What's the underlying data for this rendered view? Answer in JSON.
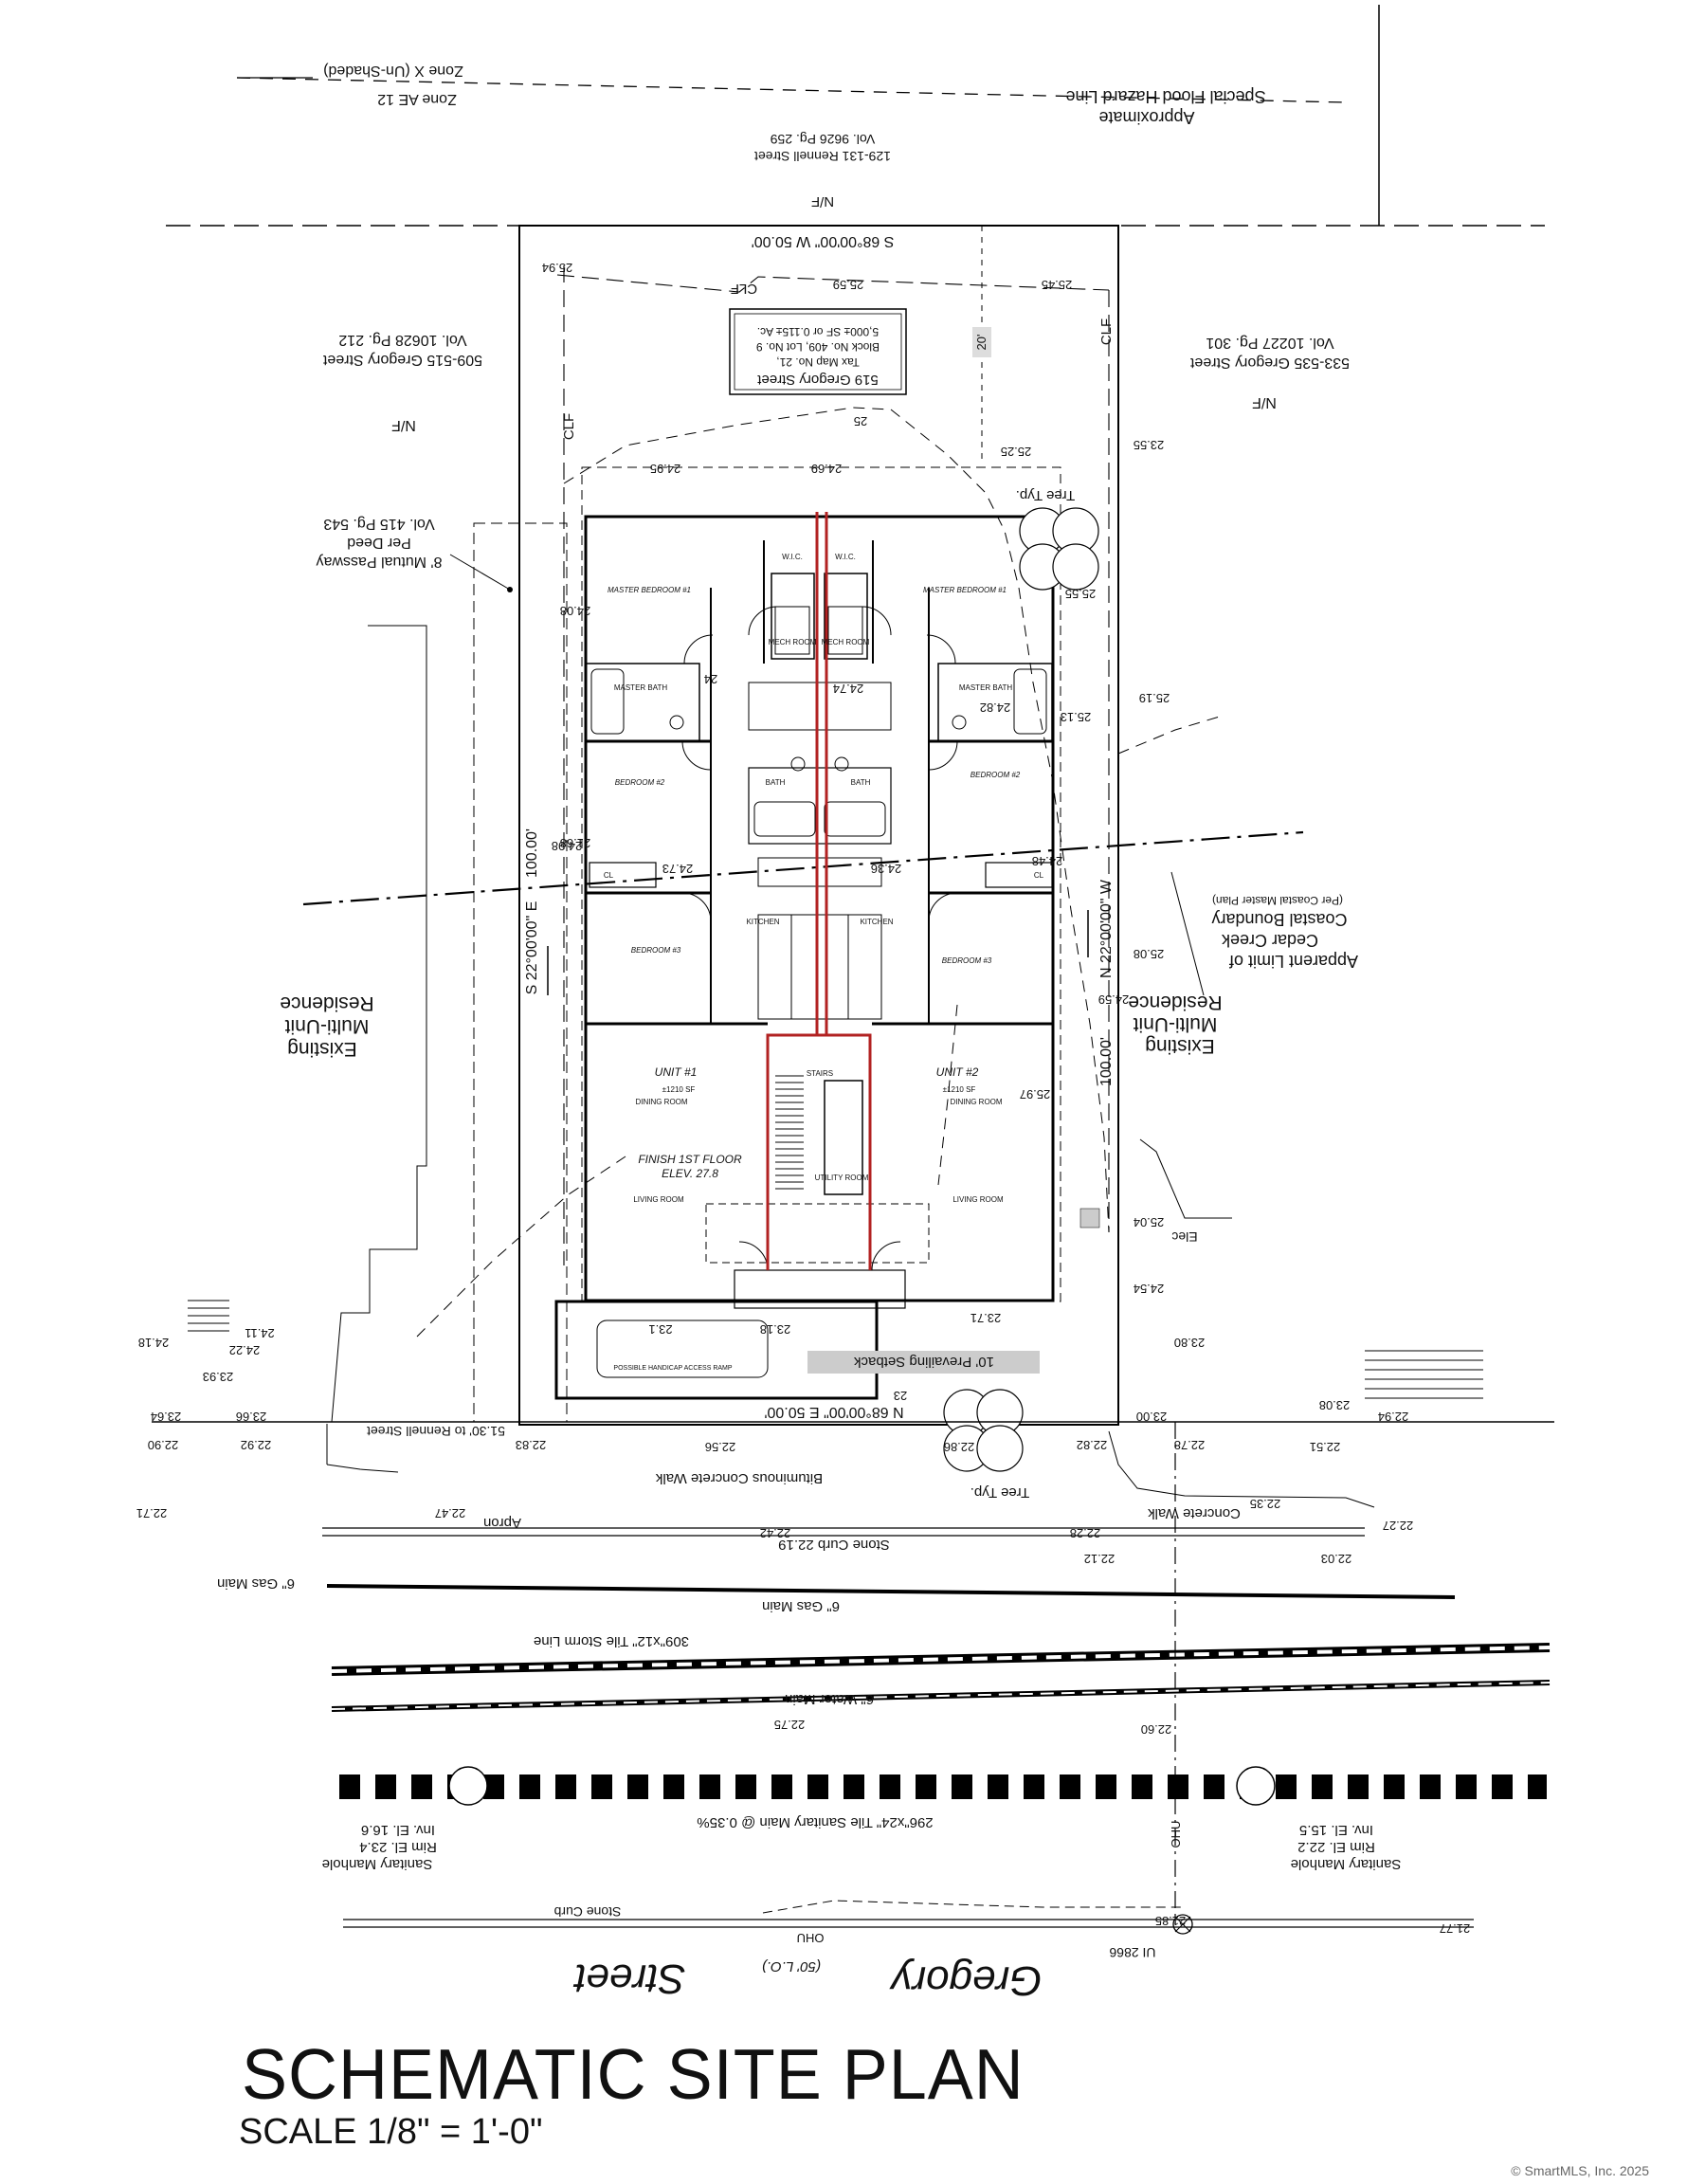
{
  "title": "SCHEMATIC SITE PLAN",
  "scale": "SCALE 1/8\" = 1'-0\"",
  "copyright": "© SmartMLS, Inc. 2025",
  "flood": {
    "zone_x": "Zone X (Un-Shaded)",
    "zone_ae": "Zone AE 12",
    "hazard_line_1": "Approximate",
    "hazard_line_2": "Special Flood Hazard Line"
  },
  "neighbors": {
    "rear": {
      "nf": "N/F",
      "address": "129-131 Rennell Street",
      "vol": "Vol. 9626 Pg. 259"
    },
    "left": {
      "nf": "N/F",
      "address": "509-515 Gregory Street",
      "vol": "Vol. 10628 Pg. 212"
    },
    "right": {
      "nf": "N/F",
      "address": "533-535 Gregory Street",
      "vol": "Vol. 10227 Pg. 301"
    },
    "left_res": [
      "Existing",
      "Multi-Unit",
      "Residence"
    ],
    "right_res": [
      "Existing",
      "Multi-Unit",
      "Residence"
    ]
  },
  "lot_box": [
    "519 Gregory Street",
    "Tax Map No. 21,",
    "Block No. 409, Lot No. 9",
    "5,000± SF or 0.115± Ac."
  ],
  "bearings": {
    "rear": "S 68°00'00\" W 50.00'",
    "front": "N 68°00'00\" E 50.00'",
    "left": "S 22°00'00\" E",
    "right": "N 22°00'00\" W",
    "left_len": "100.00'",
    "right_len": "100.00'"
  },
  "passway": [
    "8' Mutual Passway",
    "Per Deed",
    "Vol. 415 Pg. 543"
  ],
  "coastal": [
    "Apparent Limit of",
    "Cedar Creek",
    "Coastal Boundary",
    "(Per Coastal Master Plan)"
  ],
  "rooms": {
    "master_l": "MASTER BEDROOM #1",
    "master_r": "MASTER BEDROOM #1",
    "bed2_l": "BEDROOM #2",
    "bed2_r": "BEDROOM #2",
    "bed3_l": "BEDROOM #3",
    "bed3_r": "BEDROOM #3",
    "mbath_l": "MASTER BATH",
    "mbath_r": "MASTER BATH",
    "bath_l": "BATH",
    "bath_r": "BATH",
    "kitchen_l": "KITCHEN",
    "kitchen_r": "KITCHEN",
    "unit1": "UNIT #1",
    "unit2": "UNIT #2",
    "sf1": "±1210 SF",
    "sf2": "±1210 SF",
    "dining_l": "DINING ROOM",
    "dining_r": "DINING ROOM",
    "living_l": "LIVING ROOM",
    "living_r": "LIVING ROOM",
    "stairs": "STAIRS",
    "utility": "UTILITY ROOM",
    "mech_l": "MECH ROOM",
    "mech_r": "MECH ROOM",
    "finish_1": "FINISH 1ST FLOOR",
    "finish_2": "ELEV. 27.8",
    "cl_l": "CL",
    "cl_r": "CL",
    "wic_l": "W.I.C.",
    "wic_r": "W.I.C.",
    "ramp": "POSSIBLE HANDICAP ACCESS RAMP"
  },
  "labels": {
    "setback": "10' Prevailing Setback",
    "rennell": "51.30' to Rennell Street",
    "bit_walk": "Bituminous Concrete Walk",
    "conc_walk": "Concrete Walk",
    "apron": "Apron",
    "stone_curb_a": "Stone Curb 22.19",
    "stone_curb_b": "Stone Curb",
    "gas_main": "6\" Gas Main",
    "gas_main2": "6\" Gas Main",
    "storm": "309\"x12\" Tile Storm Line",
    "water": "6\" Water Main",
    "sanitary": "296\"x24\" Tile Sanitary Main @ 0.35%",
    "mh_l": [
      "Sanitary Manhole",
      "Rim El. 23.4",
      "Inv. El. 16.6"
    ],
    "mh_r": [
      "Sanitary Manhole",
      "Rim El. 22.2",
      "Inv. El. 15.5"
    ],
    "street_a": "Gregory",
    "street_w": "(50' L.O.)",
    "street_b": "Street",
    "tree_top": "Tree Typ.",
    "tree_bot": "Tree Typ.",
    "clf_top": "CLF",
    "clf_left": "CLF",
    "clf_right": "CLF",
    "ohu": "OHU",
    "ohu2": "OHU",
    "ohu3": "OHU",
    "pole": "UI 2866",
    "elec": "Elec",
    "dim20": "20'",
    "nf_rear": "N/F"
  },
  "elevations": {
    "e1": "25.94",
    "e2": "25.59",
    "e3": "25.45",
    "e4": "25.25",
    "e5": "24.95",
    "e6": "24.69",
    "e7": "25.55",
    "e8": "25.13",
    "e9": "25.19",
    "e10": "24.74",
    "e11": "24.82",
    "e12": "24.73",
    "e13": "24.36",
    "e14": "24.48",
    "e15": "25.08",
    "e16": "24.98",
    "e17": "25.97",
    "e18": "25.04",
    "e19": "24.54",
    "e20": "23.80",
    "e21": "23.71",
    "e22": "23.18",
    "e23": "23.1",
    "e24": "24.11",
    "e25": "24.22",
    "e26": "24.18",
    "e27": "23.93",
    "e28": "23.64",
    "e29": "23.66",
    "e30": "22.90",
    "e31": "22.92",
    "e32": "22.83",
    "e33": "22.56",
    "e34": "22.86",
    "e35": "22.82",
    "e36": "23.00",
    "e37": "22.78",
    "e38": "22.51",
    "e39": "22.94",
    "e40": "23.08",
    "e41": "22.71",
    "e42": "22.47",
    "e43": "22.42",
    "e44": "22.28",
    "e45": "22.12",
    "e46": "22.35",
    "e47": "22.27",
    "e48": "22.03",
    "e49": "22.60",
    "e50": "22.75",
    "e51": "21.85",
    "e52": "21.77",
    "e53": "24.08",
    "e54": "21.68",
    "e55": "24.59",
    "e56": "23.55",
    "e57": "24",
    "e58": "25",
    "e59": "23"
  }
}
